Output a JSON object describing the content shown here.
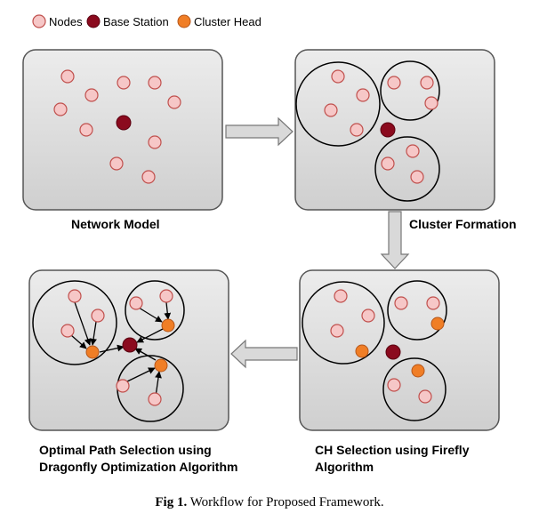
{
  "legend": {
    "nodes": "Nodes",
    "base_station": "Base Station",
    "cluster_head": "Cluster Head"
  },
  "panels": {
    "network_model": "Network Model",
    "cluster_formation": "Cluster Formation",
    "ch_selection_line1": "CH Selection using Firefly",
    "ch_selection_line2": "Algorithm",
    "optimal_path_line1": "Optimal Path Selection using",
    "optimal_path_line2": "Dragonfly Optimization Algorithm"
  },
  "caption": {
    "prefix": "Fig 1.",
    "text": " Workflow for Proposed Framework."
  },
  "colors": {
    "node_fill": "#f6c7c7",
    "node_stroke": "#c0504d",
    "base_station": "#8b0a1e",
    "cluster_head": "#f07e26",
    "panel_fill": "#e0e0e0",
    "arrow_fill": "#d9d9d9"
  }
}
